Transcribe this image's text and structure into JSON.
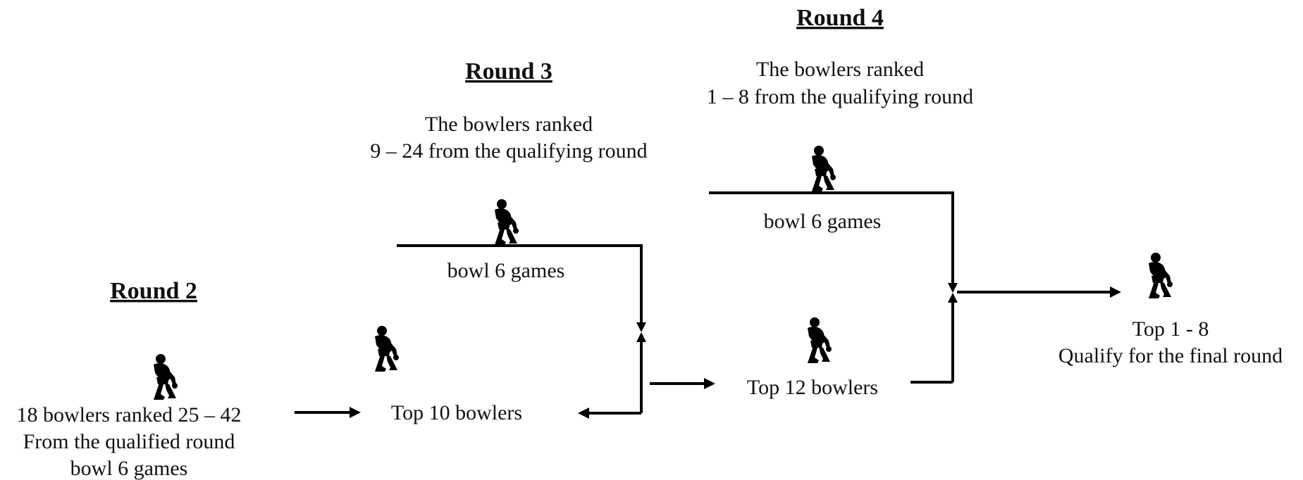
{
  "round2": {
    "heading": "Round 2",
    "description": [
      "18 bowlers ranked 25 – 42",
      "From the qualified round",
      "bowl 6 games"
    ]
  },
  "round3": {
    "heading": "Round 3",
    "description": [
      "The bowlers ranked",
      "9 – 24 from the qualifying round"
    ],
    "games_label": "bowl 6 games",
    "result_label": "Top 10 bowlers"
  },
  "round4": {
    "heading": "Round 4",
    "description": [
      "The bowlers ranked",
      "1 – 8 from the qualifying round"
    ],
    "games_label": "bowl 6 games",
    "advance_label": "Top 12 bowlers"
  },
  "final": {
    "description": [
      "Top 1 - 8",
      "Qualify for the final round"
    ]
  },
  "icons": [
    "bowler-icon",
    "arrow-icon"
  ],
  "colors": {
    "line": "#000000",
    "text": "#111111",
    "icon": "#000000",
    "background": "#ffffff"
  }
}
